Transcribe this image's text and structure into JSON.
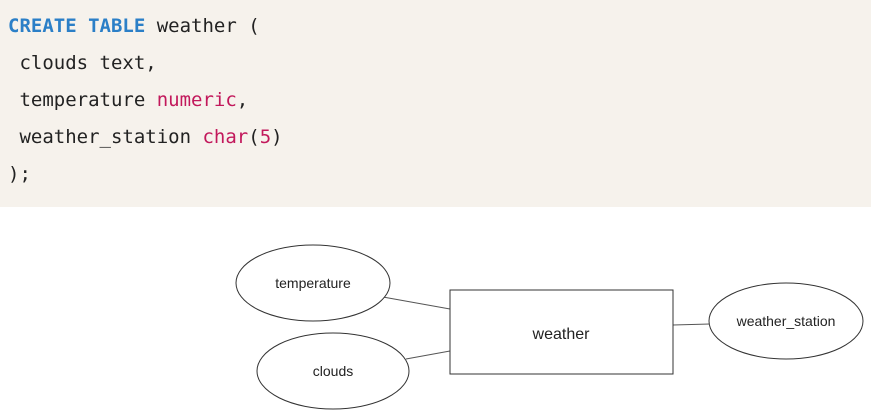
{
  "code": {
    "line1": {
      "keyword": "CREATE TABLE",
      "rest": " weather ("
    },
    "line2": {
      "text": " clouds text,"
    },
    "line3": {
      "name": " temperature ",
      "type": "numeric",
      "end": ","
    },
    "line4": {
      "name": " weather_station ",
      "type": "char",
      "open": "(",
      "size": "5",
      "close": ")"
    },
    "line5": {
      "text": ");"
    }
  },
  "diagram": {
    "entity": "weather",
    "attributes": {
      "temperature": "temperature",
      "clouds": "clouds",
      "weather_station": "weather_station"
    }
  },
  "colors": {
    "code_background": "#f6f2ec",
    "keyword": "#2b7fc7",
    "type": "#c2185b",
    "text": "#222222"
  }
}
